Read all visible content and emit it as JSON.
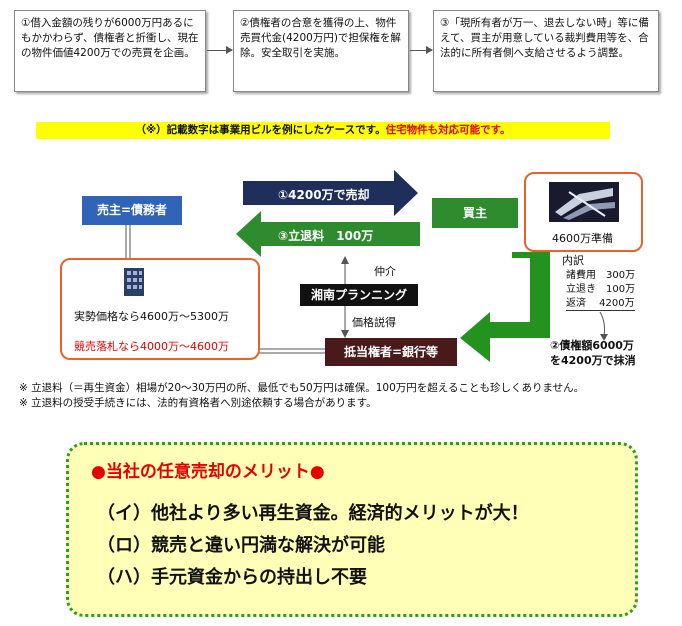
{
  "steps": [
    "①借入金額の残りが6000万円あるにもかかわらず、債権者と折衝し、現在の物件価値4200万での売買を企画。",
    "②債権者の合意を獲得の上、物件売買代金(4200万円)で担保権を解除。安全取引を実施。",
    "③「現所有者が万一、退去しない時」等に備えて、買主が用意している裁判費用等を、合法的に所有者側へ支給させるよう調整。"
  ],
  "note": {
    "main": "（※）記載数字は事業用ビルを例にしたケースです。",
    "highlight": "住宅物件も対応可能です。"
  },
  "diagram": {
    "seller": "売主=債務者",
    "buyer": "買主",
    "sale_arrow": "①4200万で売却",
    "eviction_arrow": "③立退料　100万",
    "broker": "湘南プランニング",
    "mediation": "仲介",
    "persuasion": "価格説得",
    "mortgagee": "抵当権者=銀行等",
    "buyer_budget": "4600万準備",
    "breakdown_title": "内訳",
    "breakdown": [
      "諸費用　300万",
      "立退き　100万",
      "返済　 4200万"
    ],
    "market_price": "実勢価格なら4600万～5300万",
    "auction_price": "競売落札なら4000万～4600万",
    "debt_result": "②債権額6000万\nを4200万で抹消"
  },
  "footnotes": [
    "※ 立退料（＝再生資金）相場が20～30万円の所、最低でも50万円は確保。100万円を超えることも珍しくありません。",
    "※ 立退料の授受手続きには、法的有資格者へ別途依頼する場合があります。"
  ],
  "merit": {
    "title": "●当社の任意売却のメリット●",
    "items": [
      "（イ）他社より多い再生資金。経済的メリットが大！",
      "（ロ）競売と違い円満な解決が可能",
      "（ハ）手元資金からの持出し不要"
    ]
  },
  "colors": {
    "navy": "#1f2f5c",
    "green": "#2e8b2e",
    "blue": "#2f64b8",
    "orange": "#e8622a",
    "mortgagee": "#4a1a1a",
    "red": "#e60000"
  }
}
